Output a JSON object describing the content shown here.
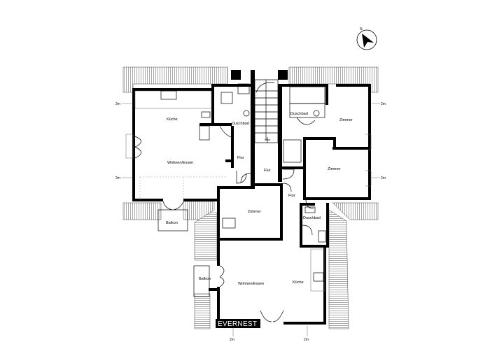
{
  "compass": {
    "letter": "N"
  },
  "rooms": {
    "kueche_top": "Küche",
    "wohnen_top": "Wohnen/Essen",
    "duschbad_left": "Duschbad",
    "flur_left": "Flur",
    "flur_center": "Flur",
    "balkon_left": "Balkon",
    "zimmer_center": "Zimmer",
    "duschbad_right": "Duschbad",
    "zimmer_top_right": "Zimmer",
    "zimmer_mid_right": "Zimmer",
    "flur_right": "Flur",
    "duschbad_bottom": "Duschbad",
    "balkon_bottom": "Balkon",
    "wohnen_bottom": "Wohnen/Essen",
    "kueche_bottom": "Küche"
  },
  "dimensions": {
    "left_upper": "2m",
    "left_lower": "2m",
    "right_upper": "2m",
    "right_lower": "2m",
    "bottom_left": "2m",
    "bottom_right": "2m"
  },
  "brand": {
    "name": "EVERNEST"
  }
}
